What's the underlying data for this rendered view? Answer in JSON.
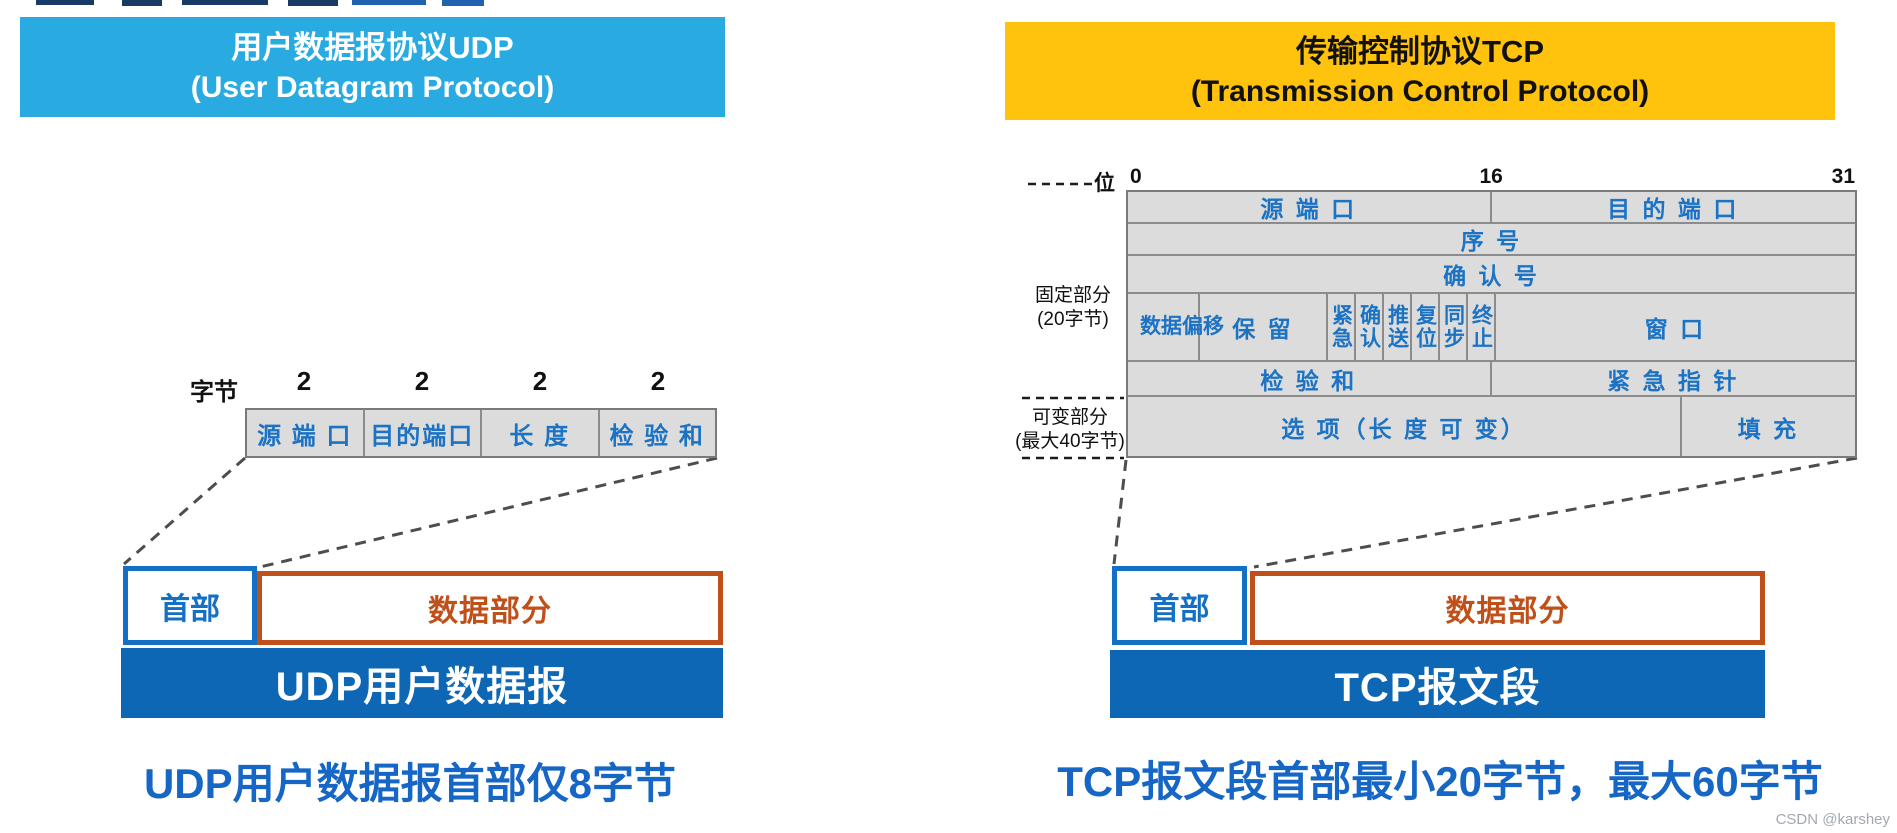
{
  "udp": {
    "banner": {
      "title": "用户数据报协议UDP",
      "subtitle": "(User Datagram Protocol)"
    },
    "byte_label": "字节",
    "byte_counts": [
      "2",
      "2",
      "2",
      "2"
    ],
    "fields": [
      "源 端 口",
      "目的端口",
      "长 度",
      "检 验 和"
    ],
    "header_box": "首部",
    "data_box": "数据部分",
    "bar_label": "UDP用户数据报",
    "caption": "UDP用户数据报首部仅8字节"
  },
  "tcp": {
    "banner": {
      "title": "传输控制协议TCP",
      "subtitle": "(Transmission Control Protocol)"
    },
    "bit_label": "位",
    "bit_marks": [
      "0",
      "16",
      "31"
    ],
    "side_labels": {
      "fixed_line1": "固定部分",
      "fixed_line2": "(20字节)",
      "variable_line1": "可变部分",
      "variable_line2": "(最大40字节)"
    },
    "rows": {
      "source_port": "源 端 口",
      "dest_port": "目 的 端 口",
      "seq": "序 号",
      "ack": "确 认 号",
      "data_offset": "数据偏移",
      "reserved": "保 留",
      "flags": [
        "紧急",
        "确认",
        "推送",
        "复位",
        "同步",
        "终止"
      ],
      "window": "窗 口",
      "checksum": "检 验 和",
      "urgent_ptr": "紧 急 指 针",
      "options": "选 项（长 度 可 变）",
      "padding": "填 充"
    },
    "header_box": "首部",
    "data_box": "数据部分",
    "bar_label": "TCP报文段",
    "caption": "TCP报文段首部最小20字节，最大60字节"
  },
  "watermark": "CSDN @karshey",
  "colors": {
    "udp_banner_bg": "#29abe2",
    "tcp_banner_bg": "#ffc20d",
    "table_cell_bg": "#dcdcdc",
    "table_text_blue": "#1c73c4",
    "header_box_blue": "#1470c4",
    "data_box_orange": "#c05019",
    "bar_blue": "#0e67b5",
    "caption_blue": "#1666c5"
  }
}
